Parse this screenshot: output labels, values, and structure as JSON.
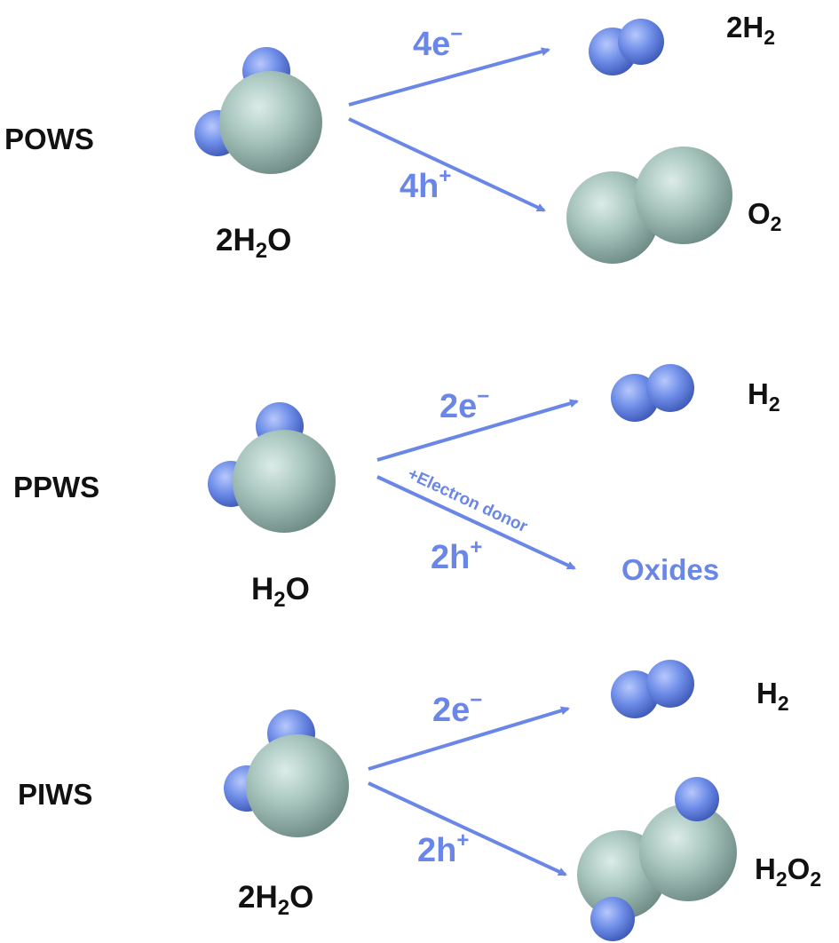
{
  "colors": {
    "arrow": "#6a86e6",
    "hydrogen": "#6f8ee8",
    "oxygen": "#a5c4bc",
    "text": "#111111"
  },
  "rows": [
    {
      "process": "POWS",
      "reactant": {
        "main": "2H",
        "sub": "2",
        "tail": "O"
      },
      "upper_arrow": {
        "main": "4e",
        "sup": "−"
      },
      "lower_arrow": {
        "main": "4h",
        "sup": "+"
      },
      "product_top": {
        "main": "2H",
        "sub": "2",
        "tail": ""
      },
      "product_bottom": {
        "main": "O",
        "sub": "2",
        "tail": ""
      }
    },
    {
      "process": "PPWS",
      "reactant": {
        "main": "H",
        "sub": "2",
        "tail": "O"
      },
      "upper_arrow": {
        "main": "2e",
        "sup": "−"
      },
      "lower_arrow": {
        "main": "2h",
        "sup": "+"
      },
      "arrow_note": "+Electron donor",
      "product_top": {
        "main": "H",
        "sub": "2",
        "tail": ""
      },
      "product_bottom_text": "Oxides"
    },
    {
      "process": "PIWS",
      "reactant": {
        "main": "2H",
        "sub": "2",
        "tail": "O"
      },
      "upper_arrow": {
        "main": "2e",
        "sup": "−"
      },
      "lower_arrow": {
        "main": "2h",
        "sup": "+"
      },
      "product_top": {
        "main": "H",
        "sub": "2",
        "tail": ""
      },
      "product_bottom": {
        "main": "H",
        "sub": "2",
        "tail": "O",
        "sub2": "2"
      }
    }
  ]
}
